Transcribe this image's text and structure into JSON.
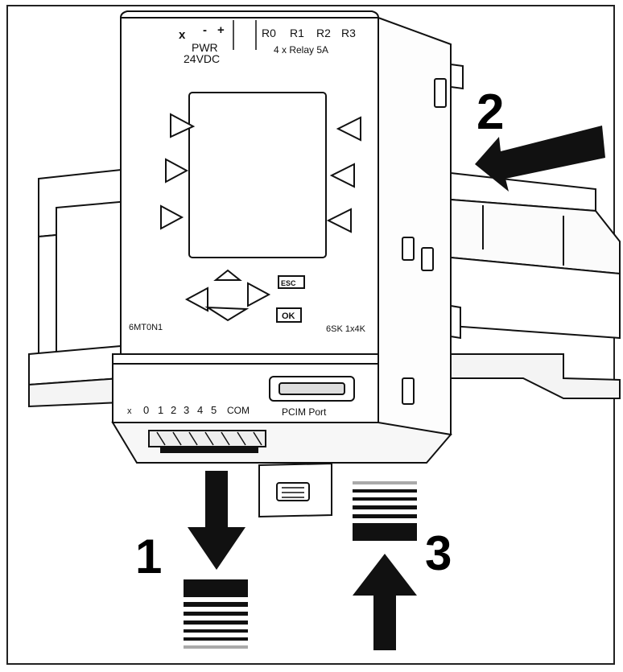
{
  "device": {
    "power_terminals": [
      "x",
      "-",
      "+"
    ],
    "power_label_1": "PWR",
    "power_label_2": "24VDC",
    "relay_terminals": [
      "R0",
      "R1",
      "R2",
      "R3"
    ],
    "relay_label": "4 x Relay 5A",
    "esc_key": "ESC",
    "ok_key": "OK",
    "model_left": "6MT0N1",
    "model_right": "6SK 1x4K",
    "input_terminals": [
      "x",
      "0",
      "1",
      "2",
      "3",
      "4",
      "5",
      "COM"
    ],
    "port_label": "PCIM Port"
  },
  "steps": {
    "step1": "1",
    "step2": "2",
    "step3": "3"
  }
}
